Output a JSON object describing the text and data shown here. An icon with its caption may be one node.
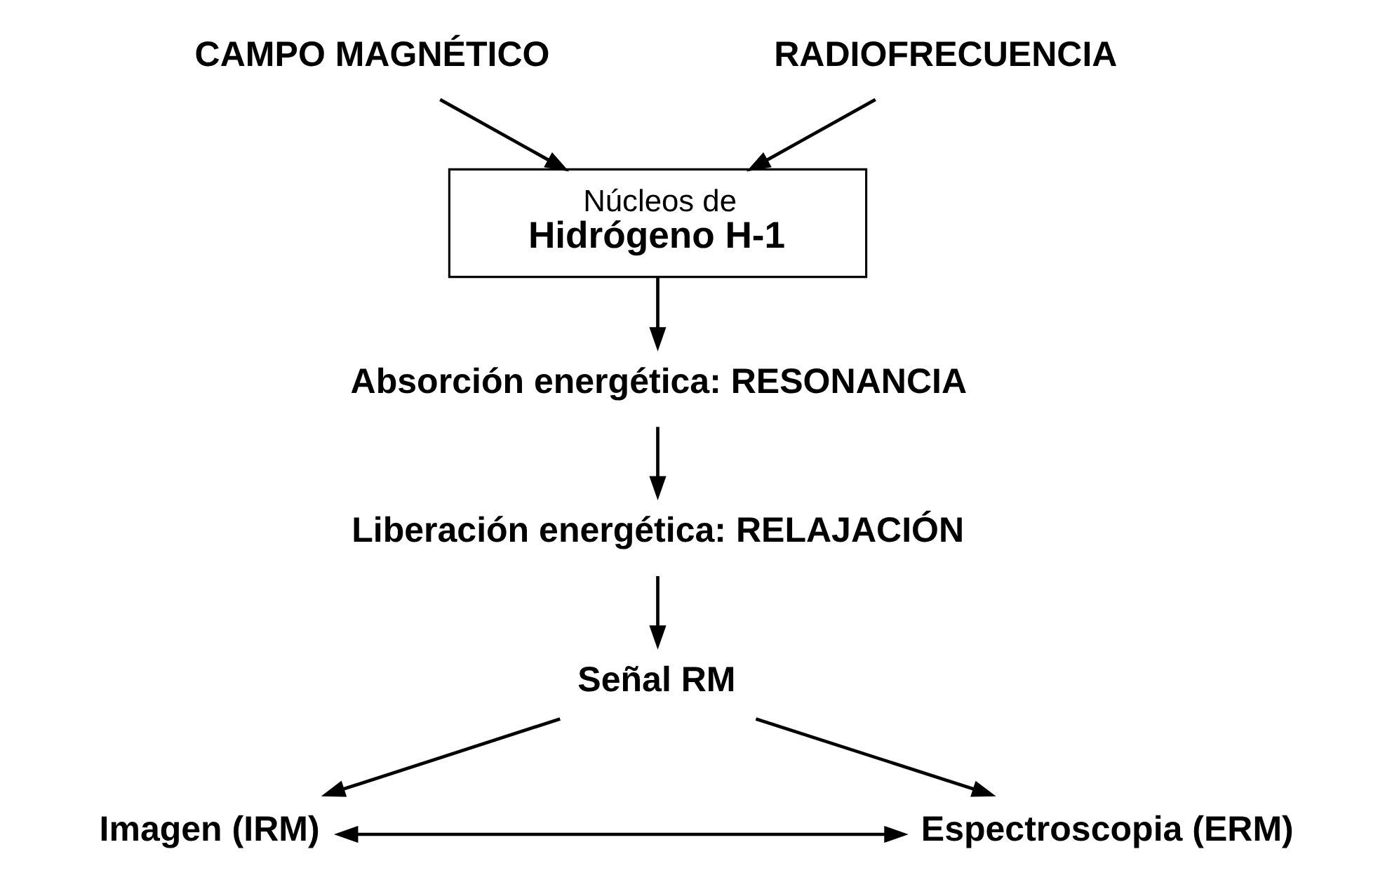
{
  "diagram": {
    "nodes": [
      {
        "text": [
          "CAMPO MAGNÉTICO"
        ]
      },
      {
        "text": [
          "RADIOFRECUENCIA"
        ]
      },
      {
        "text": [
          "Núcleos de",
          "Hidrógeno H-1"
        ]
      },
      {
        "text": [
          "Absorción energética: RESONANCIA"
        ]
      },
      {
        "text": [
          "Liberación energética: RELAJACIÓN"
        ]
      },
      {
        "text": [
          "Señal RM"
        ]
      },
      {
        "text": [
          "Imagen (IRM)"
        ]
      },
      {
        "text": [
          "Espectroscopia (ERM)"
        ]
      }
    ],
    "edges": [
      {
        "from": 0,
        "to": 2,
        "arrow": "to"
      },
      {
        "from": 1,
        "to": 2,
        "arrow": "to"
      },
      {
        "from": 2,
        "to": 3,
        "arrow": "to"
      },
      {
        "from": 3,
        "to": 4,
        "arrow": "to"
      },
      {
        "from": 4,
        "to": 5,
        "arrow": "to"
      },
      {
        "from": 5,
        "to": 6,
        "arrow": "to"
      },
      {
        "from": 5,
        "to": 7,
        "arrow": "to"
      },
      {
        "from": 6,
        "to": 7,
        "arrow": "both"
      }
    ]
  }
}
